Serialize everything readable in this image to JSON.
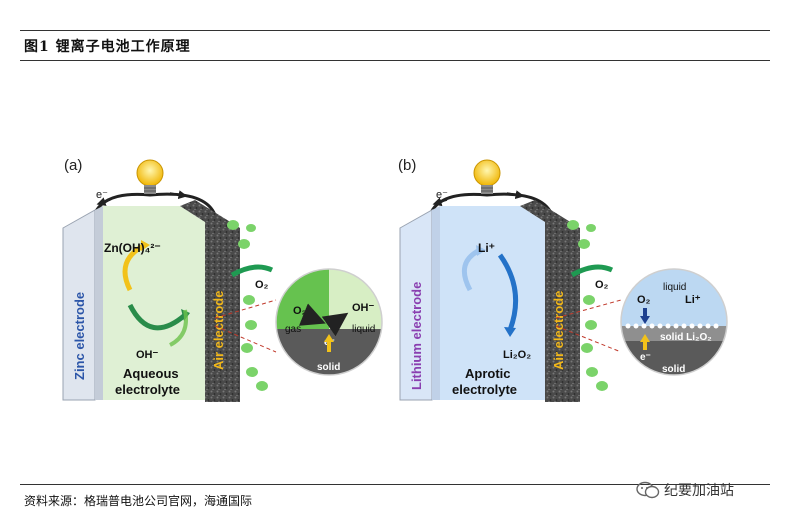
{
  "figure": {
    "title": "图1  锂离子电池工作原理",
    "source": "资料来源：格瑞普电池公司官网，海通国际",
    "watermark": "纪要加油站"
  },
  "panel_a": {
    "label": "(a)",
    "electron": "e⁻",
    "anode": "Zinc electrode",
    "cathode": "Air electrode",
    "electrolyte": [
      "Aqueous",
      "electrolyte"
    ],
    "ion_top": "Zn(OH)₄²⁻",
    "ion_bottom": "OH⁻",
    "gas": "O₂",
    "zoom": {
      "o2": "O₂",
      "oh": "OH⁻",
      "gas": "gas",
      "liquid": "liquid",
      "e": "e⁻",
      "solid": "solid"
    }
  },
  "panel_b": {
    "label": "(b)",
    "electron": "e⁻",
    "anode": "Lithium electrode",
    "cathode": "Air electrode",
    "electrolyte": [
      "Aprotic",
      "electrolyte"
    ],
    "ion_top": "Li⁺",
    "ion_bottom": "Li₂O₂",
    "gas": "O₂",
    "zoom": {
      "liquid": "liquid",
      "o2": "O₂",
      "li": "Li⁺",
      "e": "e⁻",
      "solid_product": "solid Li₂O₂",
      "solid": "solid"
    }
  },
  "colors": {
    "zinc_electrode": "#dfe5ee",
    "lithium_electrode": "#d9e6f7",
    "aqueous_electrolyte": "#dff0d4",
    "aprotic_electrolyte": "#cfe3f8",
    "air_electrode": "#3f3f3f",
    "accent_green": "#1f9a52",
    "accent_yellow": "#f2c21a"
  }
}
